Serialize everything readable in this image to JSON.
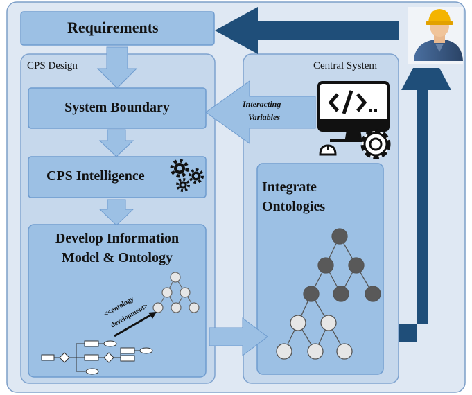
{
  "requirements": {
    "label": "Requirements"
  },
  "cps_design": {
    "label": "CPS Design",
    "system_boundary": "System Boundary",
    "cps_intelligence": "CPS Intelligence",
    "develop_model_line1": "Develop Information",
    "develop_model_line2": "Model & Ontology",
    "ontology_development_line1": "<<ontology",
    "ontology_development_line2": "development>"
  },
  "central_system": {
    "label": "Central System",
    "interacting_line1": "Interacting",
    "interacting_line2": "Variables",
    "integrate_line1": "Integrate",
    "integrate_line2": "Ontologies"
  },
  "colors": {
    "outer_bg": "#dfe8f3",
    "panel_bg": "#c6d8ec",
    "box_bg": "#9cc0e4",
    "box_border": "#6f9ccf",
    "dark_arrow": "#1f4e79",
    "light_arrow": "#9cc0e4",
    "node_dark": "#595959",
    "node_light": "#e6e6e6"
  },
  "icons": [
    "engineer-avatar-icon",
    "computer-code-icon",
    "settings-gear-icon",
    "gears-icon",
    "ontology-tree-icon",
    "process-flow-icon"
  ]
}
